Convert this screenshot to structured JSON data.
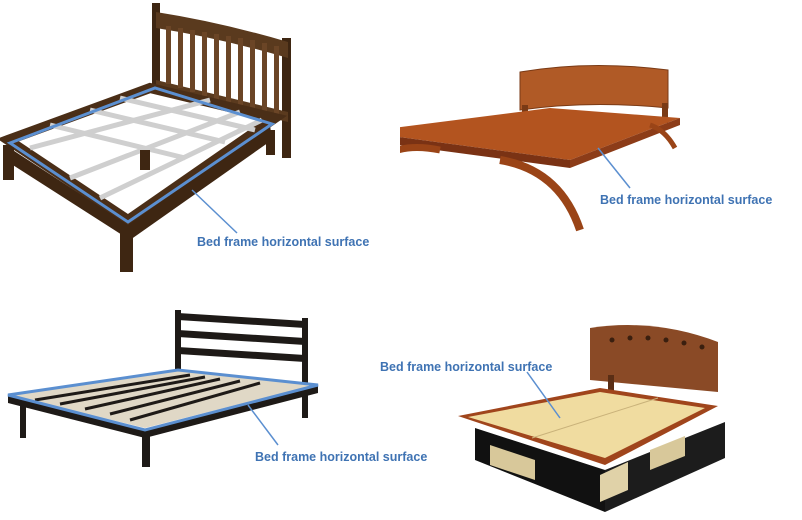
{
  "figures": [
    {
      "caption": "Bed frame horizontal surface"
    },
    {
      "caption": "Bed frame horizontal surface"
    },
    {
      "caption": "Bed frame horizontal surface"
    },
    {
      "caption": "Bed frame horizontal surface"
    }
  ],
  "colors": {
    "caption": "#3f73b3",
    "outline": "#5b8fd0",
    "dark_wood": "#4a2e17",
    "red_wood": "#a0451c",
    "black_frame": "#1e1a17",
    "slat": "#d9d2c0",
    "light_wood": "#f0dca0"
  }
}
